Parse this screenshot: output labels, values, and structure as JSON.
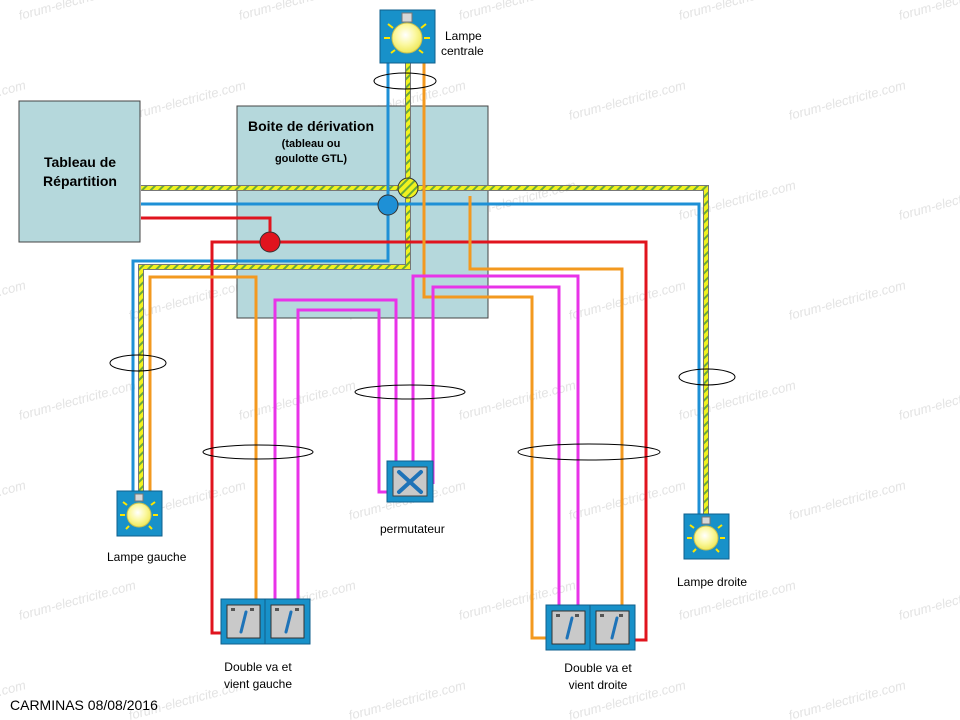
{
  "watermark": "forum-electricite.com",
  "boxes": {
    "tableau": {
      "line1": "Tableau de",
      "line2": "Répartition"
    },
    "boite": {
      "title": "Boite de dérivation",
      "sub1": "(tableau ou",
      "sub2": "goulotte GTL)"
    }
  },
  "labels": {
    "lampe_centrale_1": "Lampe",
    "lampe_centrale_2": "centrale",
    "lampe_gauche": "Lampe gauche",
    "lampe_droite": "Lampe droite",
    "permutateur": "permutateur",
    "double_gauche_1": "Double va et",
    "double_gauche_2": "vient gauche",
    "double_droit_1": "Double va et",
    "double_droit_2": "vient droite",
    "credit": "CARMINAS 08/08/2016"
  },
  "colors": {
    "neutral": "#1e90d6",
    "earth_yellow": "#f2f21e",
    "earth_green": "#6aaa3a",
    "phase": "#e0141e",
    "return": "#f3991f",
    "traveller": "#e833e8",
    "box_fill": "#b5d8dc",
    "device_blue": "#1891c9",
    "device_dark": "#0f5f8c"
  }
}
